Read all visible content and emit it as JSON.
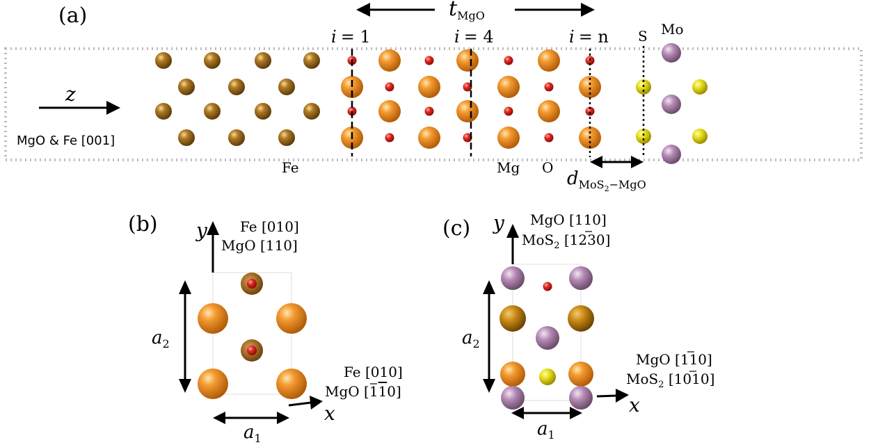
{
  "panels": {
    "a": {
      "label": "(a)",
      "thickness_symbol": "t",
      "thickness_sub": "MgO",
      "axis_z": "z",
      "direction_text": "MgO & Fe [001]",
      "layer_i": "i",
      "layer_eq": "= 1",
      "layer_4": "= 4",
      "layer_n": "= n",
      "element_S": "S",
      "element_Mo": "Mo",
      "element_Fe": "Fe",
      "element_Mg": "Mg",
      "element_O": "O",
      "distance_symbol": "d",
      "distance_sub_a": "MoS",
      "distance_sub_2": "2",
      "distance_sub_b": "−MgO"
    },
    "b": {
      "label": "(b)",
      "axis_y": "y",
      "axis_x": "x",
      "y_dir_line1": "Fe [010]",
      "y_dir_line2": "MgO [110]",
      "x_dir_line1": "Fe [010]",
      "x_dir_line2a": "MgO [1",
      "x_dir_line2b": "1",
      "x_dir_line2c": "0]",
      "a1": "a",
      "a1_sub": "1",
      "a2": "a",
      "a2_sub": "2"
    },
    "c": {
      "label": "(c)",
      "axis_y": "y",
      "axis_x": "x",
      "y_dir_line1": "MgO [110]",
      "y_dir_line2a": "MoS",
      "y_dir_line2sub": "2",
      "y_dir_line2b": " [12",
      "y_dir_line2bar": "3",
      "y_dir_line2c": "0]",
      "x_dir_line1a": "MgO [1",
      "x_dir_line1bar": "1",
      "x_dir_line1c": "0]",
      "x_dir_line2a": "MoS",
      "x_dir_line2sub": "2",
      "x_dir_line2b": " [10",
      "x_dir_line2bar": "1",
      "x_dir_line2c": "0]",
      "a1": "a",
      "a1_sub": "1",
      "a2": "a",
      "a2_sub": "2"
    }
  },
  "colors": {
    "fe_atom": "#8a5a14",
    "mg_atom": "#f08a1c",
    "o_atom": "#d81e1e",
    "s_atom": "#e4dc10",
    "mo_atom": "#a67ba6",
    "cell_outline": "#bbbbbb"
  }
}
